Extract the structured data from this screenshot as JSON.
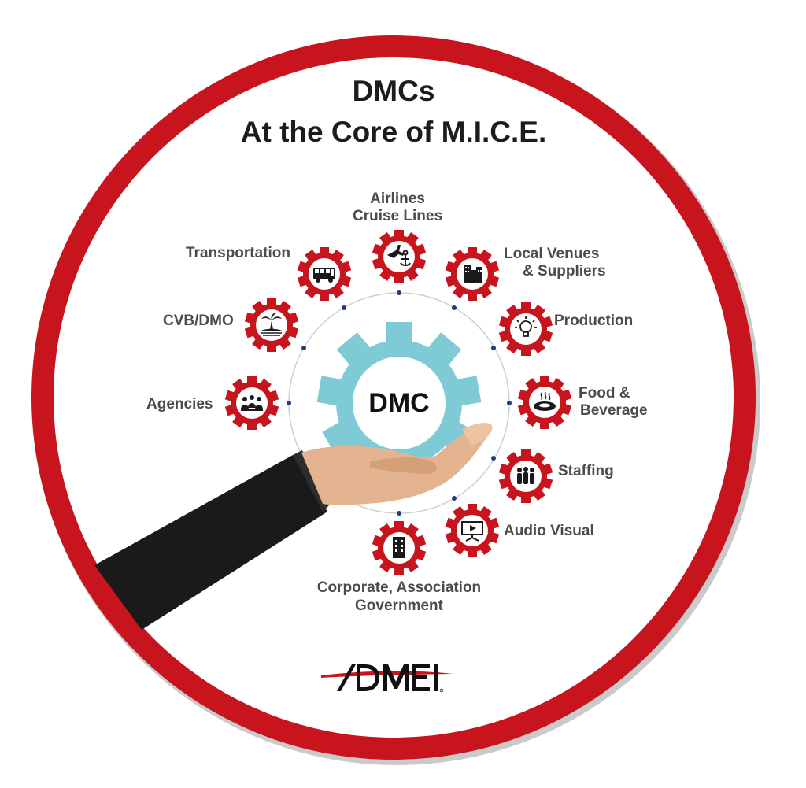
{
  "title": {
    "line1": "DMCs",
    "line2": "At the Core of M.I.C.E."
  },
  "core": {
    "label": "DMC"
  },
  "nodes": {
    "airlines": {
      "line1": "Airlines",
      "line2": "Cruise Lines",
      "icon": "plane-anchor-icon"
    },
    "local_venues": {
      "line1": "Local Venues",
      "line2": "& Suppliers",
      "icon": "buildings-icon"
    },
    "production": {
      "label": "Production",
      "icon": "lightbulb-icon"
    },
    "food_beverage": {
      "line1": "Food &",
      "line2": "Beverage",
      "icon": "food-dish-icon"
    },
    "staffing": {
      "label": "Staffing",
      "icon": "people-icon"
    },
    "audio_visual": {
      "label": "Audio Visual",
      "icon": "presentation-screen-icon"
    },
    "corporate": {
      "line1": "Corporate, Association",
      "line2": "Government",
      "icon": "office-building-icon"
    },
    "agencies": {
      "label": "Agencies",
      "icon": "meeting-group-icon"
    },
    "cvb": {
      "label": "CVB/DMO",
      "icon": "palm-island-icon"
    },
    "transportation": {
      "label": "Transportation",
      "icon": "bus-icon"
    }
  },
  "logo": {
    "text": "ADMEI"
  },
  "colors": {
    "ring": "#c8141c",
    "ring_shadow": "#a3a3a3",
    "gear_red": "#c8141c",
    "gear_blue": "#7ecbd6",
    "orbit": "#c8c8c8",
    "dot": "#1f3d7a",
    "sleeve": "#1a1a1a",
    "skin": "#e3b48f"
  }
}
